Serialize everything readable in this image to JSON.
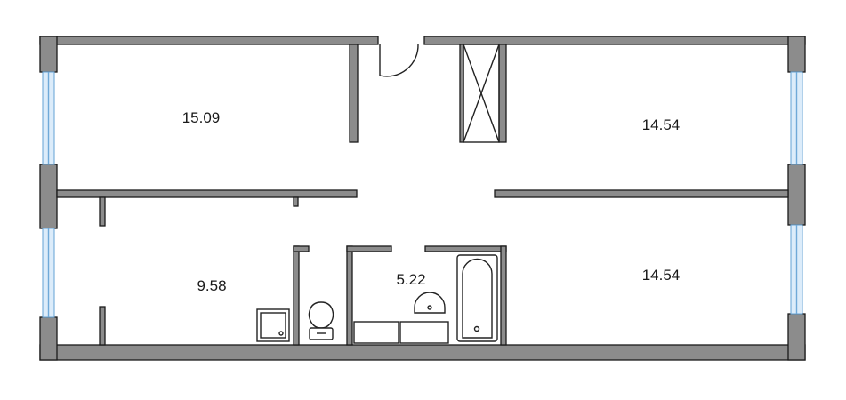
{
  "floor_plan": {
    "rooms": [
      {
        "id": "room-top-left",
        "area": "15.09"
      },
      {
        "id": "room-top-right",
        "area": "14.54"
      },
      {
        "id": "room-bottom-left",
        "area": "9.58"
      },
      {
        "id": "bathroom",
        "area": "5.22"
      },
      {
        "id": "room-bottom-right",
        "area": "14.54"
      }
    ],
    "colors": {
      "wall_fill": "#8c8c8c",
      "wall_outline": "#1a1a1a",
      "window_glass": "#dcecfa",
      "window_frame": "#6fa9d8",
      "background": "#ffffff"
    }
  }
}
